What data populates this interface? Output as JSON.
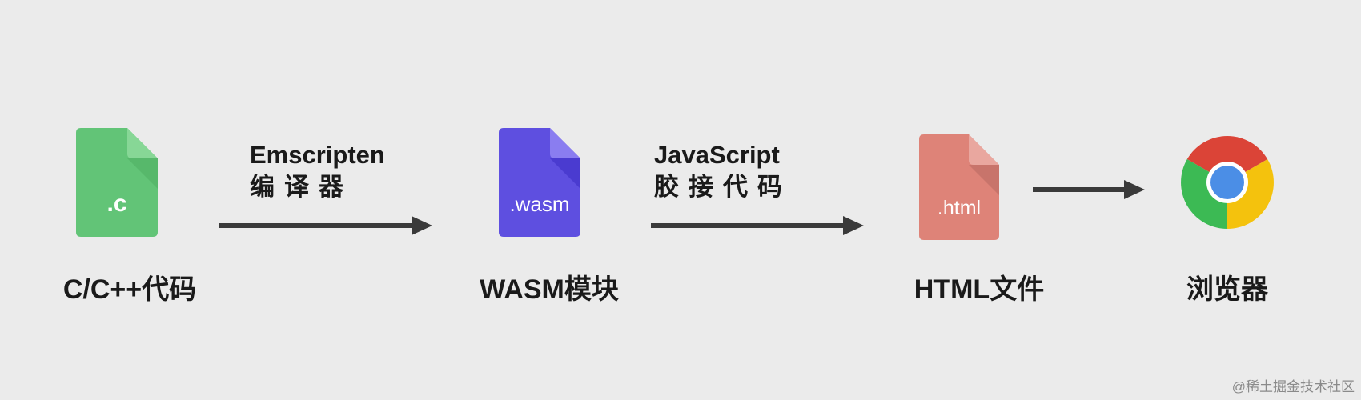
{
  "nodes": [
    {
      "id": "c-source",
      "ext": ".c",
      "label": "C/C++代码",
      "color": "#62c477"
    },
    {
      "id": "wasm-module",
      "ext": ".wasm",
      "label": "WASM模块",
      "color": "#5e4fe0"
    },
    {
      "id": "html-file",
      "ext": ".html",
      "label": "HTML文件",
      "color": "#de8378"
    },
    {
      "id": "browser",
      "label": "浏览器",
      "icon": "chrome-browser-icon"
    }
  ],
  "edges": [
    {
      "line1": "Emscripten",
      "line2": "编译器"
    },
    {
      "line1": "JavaScript",
      "line2": "胶接代码"
    },
    {
      "line1": "",
      "line2": ""
    }
  ],
  "watermark": "@稀土掘金技术社区",
  "colors": {
    "background": "#ebebeb",
    "arrow": "#3a3a3a",
    "text": "#1a1a1a"
  }
}
